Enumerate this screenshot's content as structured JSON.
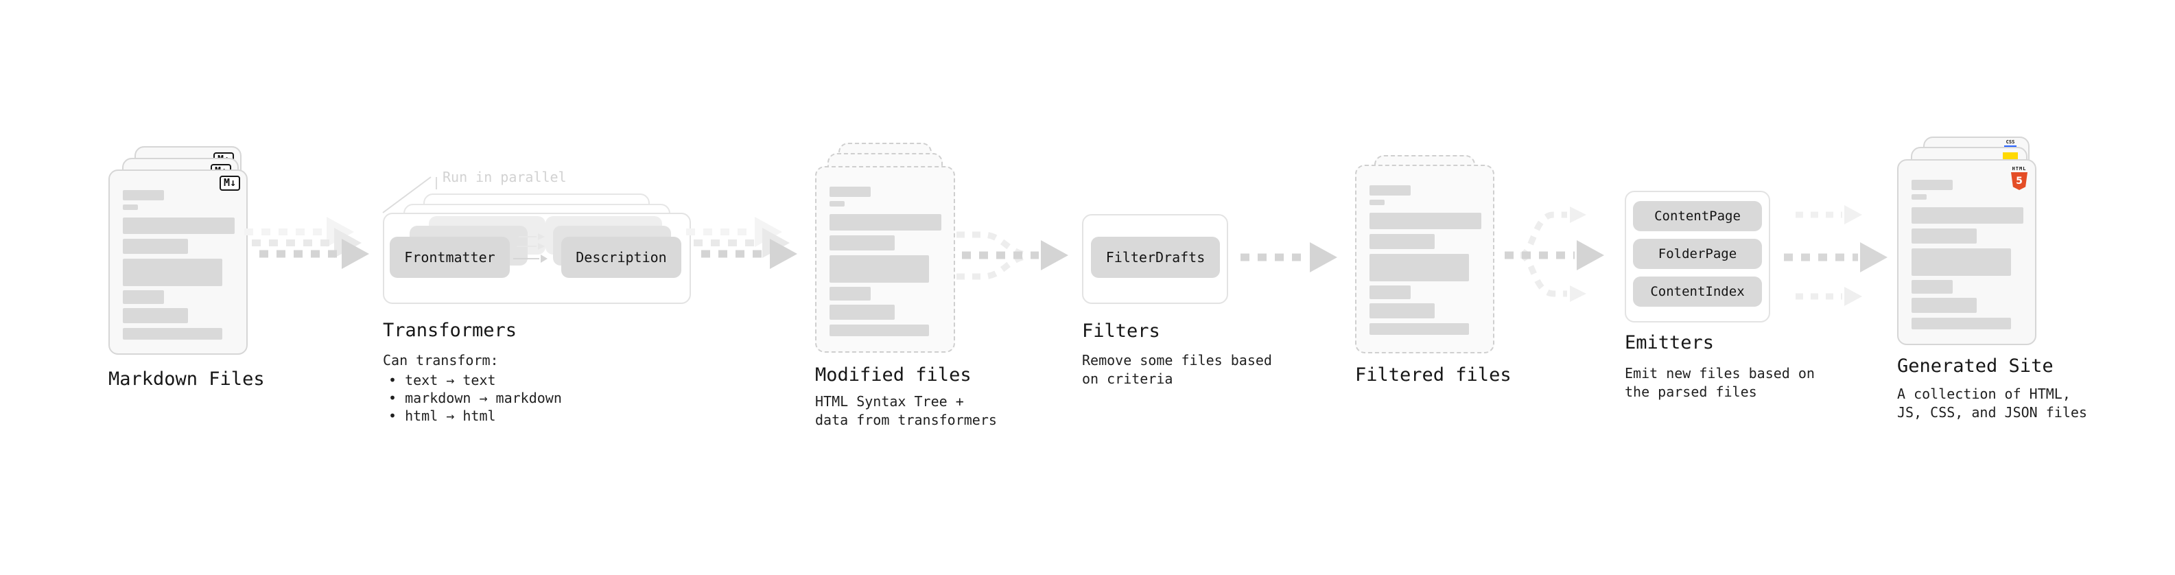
{
  "diagram": {
    "stages": {
      "markdown": {
        "title": "Markdown Files",
        "file_badge": "M↓"
      },
      "transformers": {
        "title": "Transformers",
        "annotation": "Run in parallel",
        "node_left": "Frontmatter",
        "node_right": "Description",
        "subtitle": "Can transform:",
        "bullets": [
          "• text → text",
          "• markdown → markdown",
          "• html → html"
        ]
      },
      "modified": {
        "title": "Modified files",
        "subtitle_lines": [
          "HTML Syntax Tree +",
          "data from transformers"
        ]
      },
      "filters": {
        "title": "Filters",
        "node": "FilterDrafts",
        "subtitle_lines": [
          "Remove some files based",
          "on criteria"
        ]
      },
      "filtered": {
        "title": "Filtered files"
      },
      "emitters": {
        "title": "Emitters",
        "nodes": [
          "ContentPage",
          "FolderPage",
          "ContentIndex"
        ],
        "subtitle_lines": [
          "Emit new files based on",
          "the parsed files"
        ]
      },
      "generated": {
        "title": "Generated Site",
        "subtitle_lines": [
          "A collection of HTML,",
          "JS, CSS, and JSON files"
        ],
        "badges": {
          "html_word": "HTML",
          "html_number": "5",
          "css_word": "CSS"
        }
      }
    },
    "colors": {
      "background": "#ffffff",
      "card_fill": "#f8f8f8",
      "card_border": "#d6d6d6",
      "dashed_card_border": "#cfcfcf",
      "skeleton": "#d9d9d9",
      "node_fill": "#d9d9d9",
      "box_border": "#e3e3e3",
      "arrow": "#d4d4d4",
      "arrow_ghost": "#ececec",
      "annotation_text": "#d2d2d2",
      "text": "#1a1a1a",
      "html5_orange": "#e44d26",
      "js_yellow": "#ffd903",
      "css_blue": "#2962ff",
      "md_badge_border": "#151515"
    }
  }
}
